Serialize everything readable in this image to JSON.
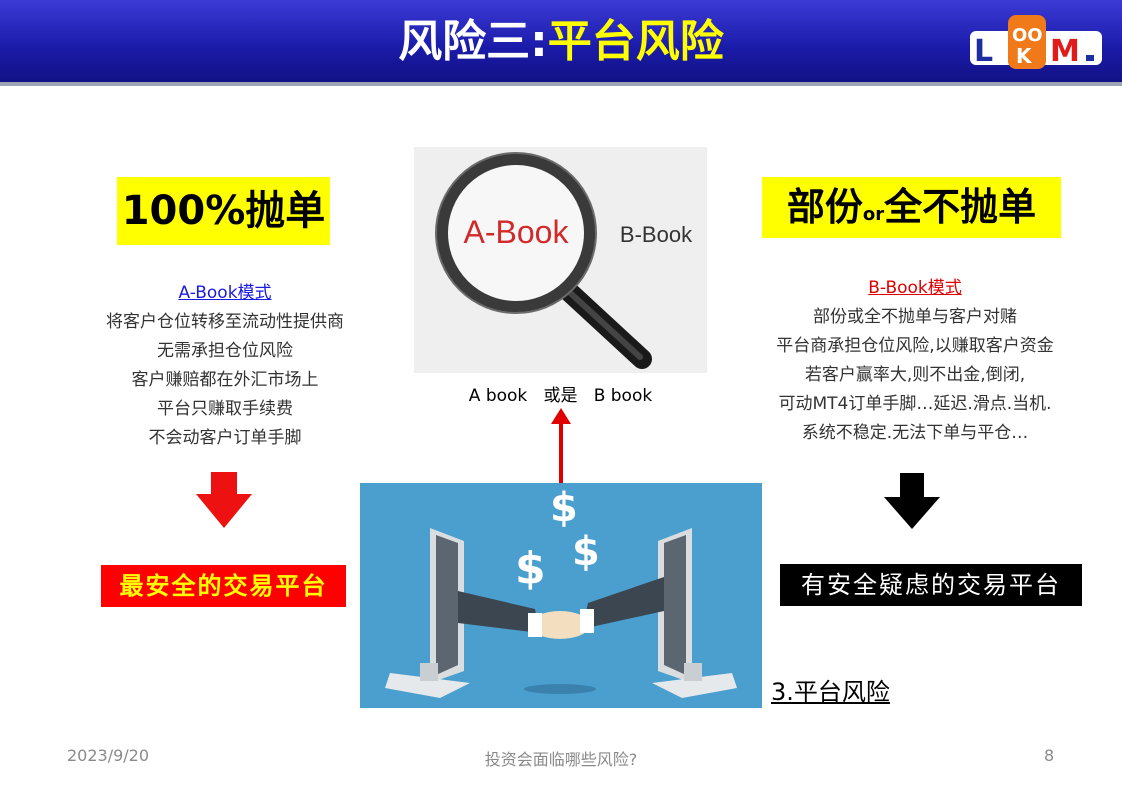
{
  "header": {
    "title_part1": "风险三:",
    "title_part2": "平台风险",
    "logo_text": "LOOKM"
  },
  "left": {
    "highlight": "100%抛单",
    "mode": "A-Book模式",
    "lines": [
      "将客户仓位转移至流动性提供商",
      "无需承担仓位风险",
      "客户赚赔都在外汇市场上",
      "平台只赚取手续费",
      "不会动客户订单手脚"
    ],
    "verdict": "最安全的交易平台"
  },
  "right": {
    "highlight_a": "部份",
    "highlight_or": "or",
    "highlight_b": "全不抛单",
    "mode": "B-Book模式",
    "lines": [
      "部份或全不抛单与客户对赌",
      "平台商承担仓位风险,以赚取客户资金",
      "若客户赢率大,则不出金,倒闭,",
      "可动MT4订单手脚…延迟.滑点.当机.",
      "系统不稳定.无法下单与平仓…"
    ],
    "verdict": "有安全疑虑的交易平台"
  },
  "center": {
    "lens_text": "A-Book",
    "side_text": "B-Book",
    "caption": "A book   或是   B book",
    "section_label": "3.平台风险"
  },
  "footer": {
    "date": "2023/9/20",
    "title": "投资会面临哪些风险?",
    "page": "8"
  },
  "colors": {
    "banner": "#1a1aa8",
    "highlight": "#ffff00",
    "safe_box": "#ff0000",
    "unsafe_box": "#000000",
    "mode_a": "#1a1ae0",
    "mode_b": "#e00000"
  }
}
